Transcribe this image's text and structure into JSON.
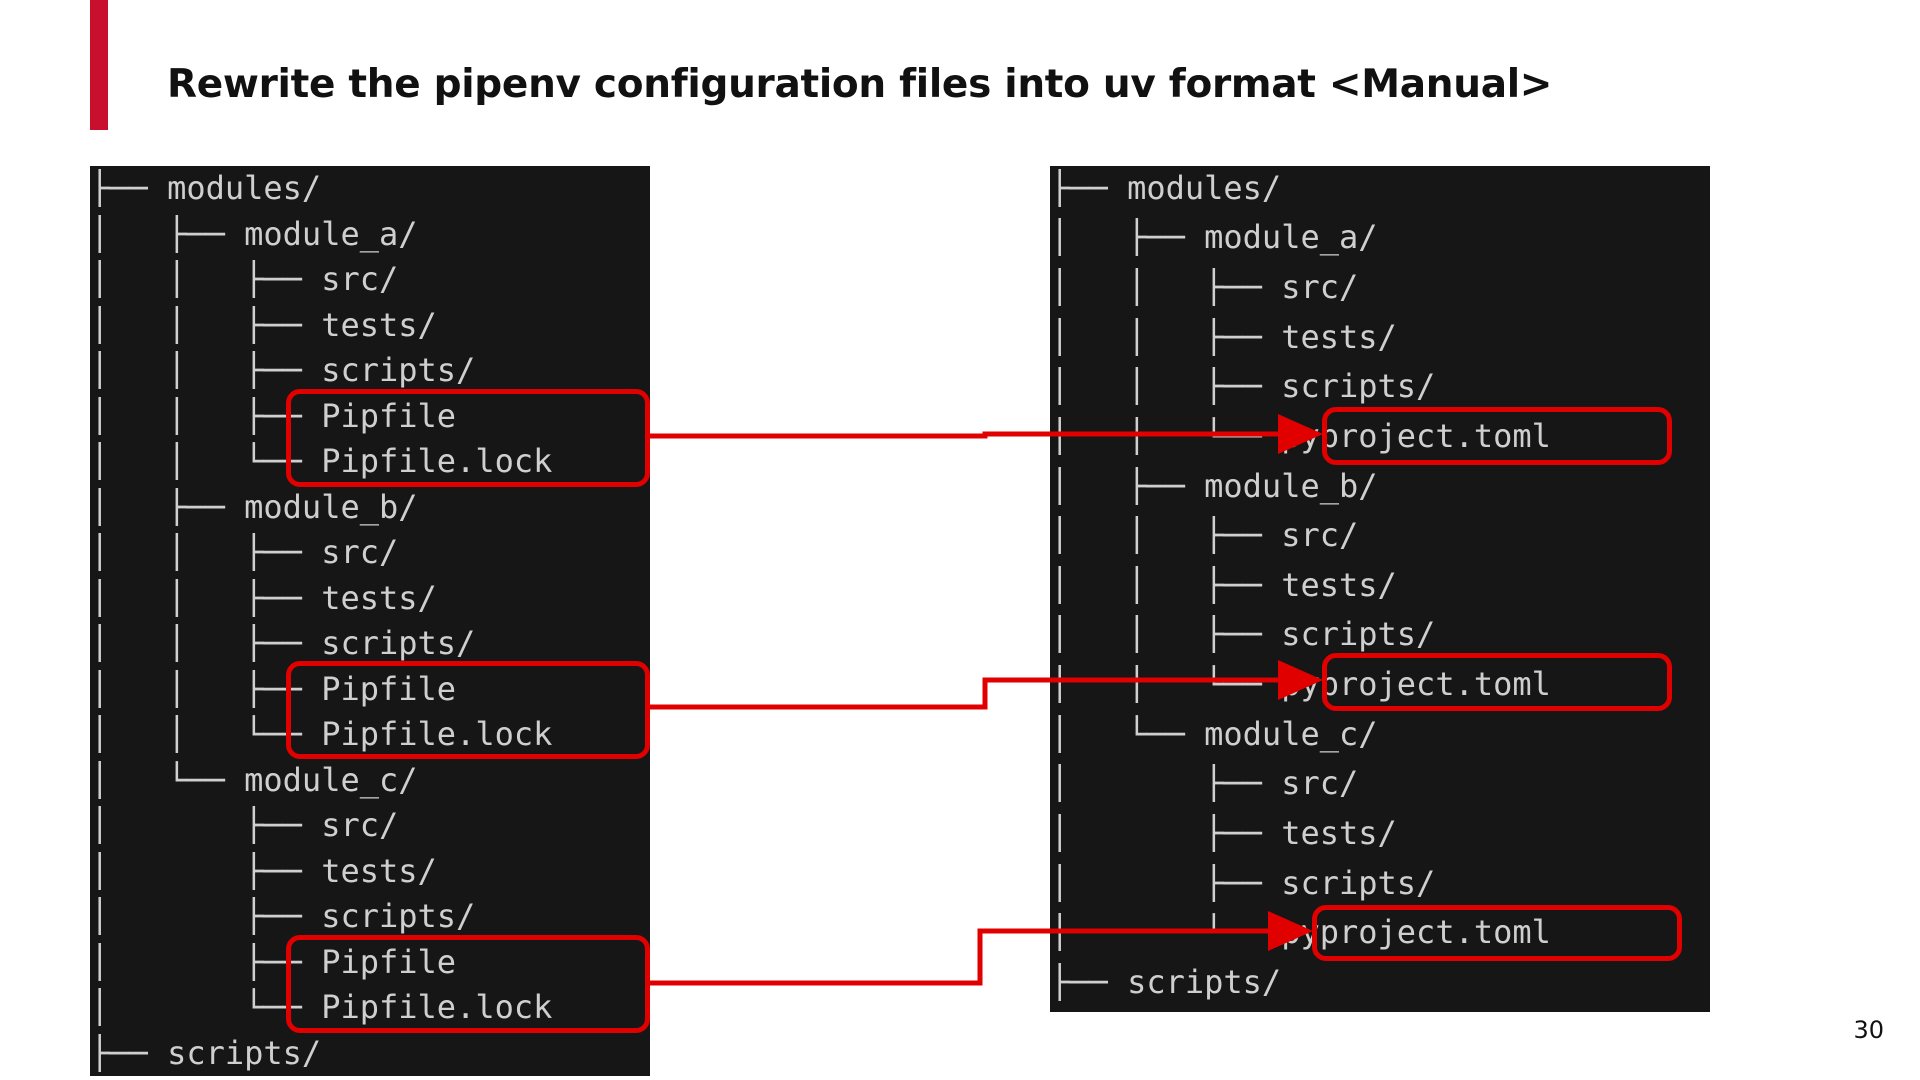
{
  "slide": {
    "title": "Rewrite the pipenv configuration files into uv format <Manual>",
    "page_number": "30",
    "accent_color": "#c8102e",
    "highlight_color": "#e00000"
  },
  "left_tree": {
    "lines": [
      "├── modules/",
      "│   ├── module_a/",
      "│   │   ├── src/",
      "│   │   ├── tests/",
      "│   │   ├── scripts/",
      "│   │   ├── Pipfile",
      "│   │   └── Pipfile.lock",
      "│   ├── module_b/",
      "│   │   ├── src/",
      "│   │   ├── tests/",
      "│   │   ├── scripts/",
      "│   │   ├── Pipfile",
      "│   │   └── Pipfile.lock",
      "│   └── module_c/",
      "│       ├── src/",
      "│       ├── tests/",
      "│       ├── scripts/",
      "│       ├── Pipfile",
      "│       └── Pipfile.lock",
      "├── scripts/"
    ]
  },
  "right_tree": {
    "lines": [
      "├── modules/",
      "│   ├── module_a/",
      "│   │   ├── src/",
      "│   │   ├── tests/",
      "│   │   ├── scripts/",
      "│   │   └── pyproject.toml",
      "│   ├── module_b/",
      "│   │   ├── src/",
      "│   │   ├── tests/",
      "│   │   ├── scripts/",
      "│   │   └── pyproject.toml",
      "│   └── module_c/",
      "│       ├── src/",
      "│       ├── tests/",
      "│       ├── scripts/",
      "│       └── pyproject.toml",
      "├── scripts/"
    ]
  }
}
